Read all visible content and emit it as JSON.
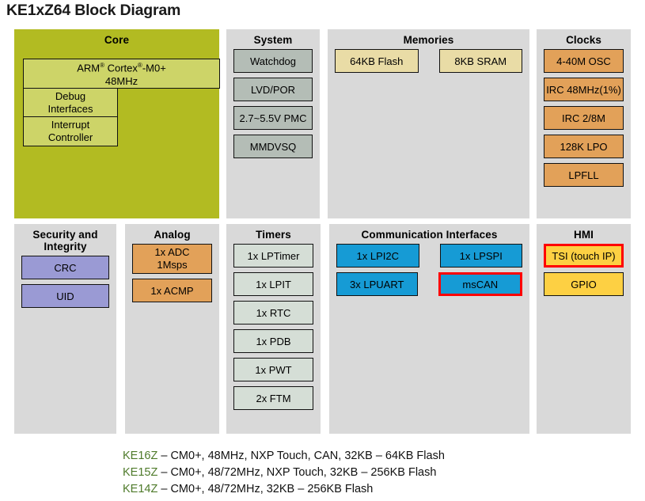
{
  "title": "KE1xZ64 Block Diagram",
  "colors": {
    "core_bg": "#b2bb22",
    "panel_bg": "#d9d9d9",
    "core_block": "#cdd468",
    "system_block": "#b4bdb6",
    "memory_block": "#e9dca6",
    "clock_block": "#e2a159",
    "security_block": "#9a9ad4",
    "analog_block": "#e2a159",
    "timer_block": "#d5ded6",
    "comm_block": "#169bd5",
    "hmi_block": "#fdd043",
    "highlight_border": "#ff0000",
    "footer_key": "#4e7a2a"
  },
  "panels": {
    "core": {
      "title": "Core",
      "blocks": {
        "cpu_line1_pre": "ARM",
        "cpu_line1_sup1": "®",
        "cpu_line1_mid": " Cortex",
        "cpu_line1_sup2": "®",
        "cpu_line1_post": "-M0+",
        "cpu_line2": "48MHz",
        "debug_line1": "Debug",
        "debug_line2": "Interfaces",
        "irq_line1": "Interrupt",
        "irq_line2": "Controller"
      }
    },
    "system": {
      "title": "System",
      "blocks": [
        {
          "label": "Watchdog"
        },
        {
          "label": "LVD/POR"
        },
        {
          "label": "2.7~5.5V PMC"
        },
        {
          "label": "MMDVSQ"
        }
      ]
    },
    "memories": {
      "title": "Memories",
      "blocks": [
        {
          "label": "64KB Flash"
        },
        {
          "label": "8KB SRAM"
        }
      ]
    },
    "clocks": {
      "title": "Clocks",
      "blocks": [
        {
          "label": "4-40M OSC"
        },
        {
          "label": "IRC 48MHz(1%)"
        },
        {
          "label": "IRC 2/8M"
        },
        {
          "label": "128K LPO"
        },
        {
          "label": "LPFLL"
        }
      ]
    },
    "security": {
      "title_line1": "Security and",
      "title_line2": "Integrity",
      "blocks": [
        {
          "label": "CRC"
        },
        {
          "label": "UID"
        }
      ]
    },
    "analog": {
      "title": "Analog",
      "blocks": [
        {
          "line1": "1x ADC",
          "line2": "1Msps"
        },
        {
          "label": "1x ACMP"
        }
      ]
    },
    "timers": {
      "title": "Timers",
      "blocks": [
        {
          "label": "1x LPTimer"
        },
        {
          "label": "1x LPIT"
        },
        {
          "label": "1x RTC"
        },
        {
          "label": "1x PDB"
        },
        {
          "label": "1x PWT"
        },
        {
          "label": "2x FTM"
        }
      ]
    },
    "communication": {
      "title": "Communication  Interfaces",
      "blocks": [
        {
          "label": "1x LPI2C",
          "highlighted": false
        },
        {
          "label": "1x LPSPI",
          "highlighted": false
        },
        {
          "label": "3x LPUART",
          "highlighted": false
        },
        {
          "label": "msCAN",
          "highlighted": true
        }
      ]
    },
    "hmi": {
      "title": "HMI",
      "blocks": [
        {
          "label": "TSI (touch IP)",
          "highlighted": true
        },
        {
          "label": "GPIO",
          "highlighted": false
        }
      ]
    }
  },
  "footer": [
    {
      "key": "KE16Z",
      "desc": " – CM0+, 48MHz, NXP Touch, CAN, 32KB – 64KB Flash"
    },
    {
      "key": "KE15Z",
      "desc": "  – CM0+, 48/72MHz,  NXP Touch, 32KB – 256KB Flash"
    },
    {
      "key": "KE14Z",
      "desc": "  – CM0+, 48/72MHz, 32KB – 256KB Flash"
    }
  ]
}
